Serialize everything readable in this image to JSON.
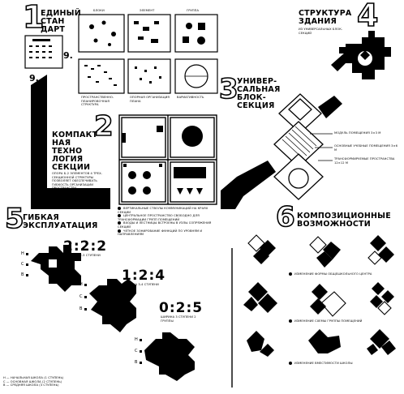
{
  "sections": {
    "standard": {
      "num": "1",
      "title_lines": [
        "ЕДИНЫЙ",
        "СТАН",
        "ДАРТ"
      ],
      "fig_label_a": "9.",
      "fig_label_b": "9."
    },
    "structure": {
      "num": "4",
      "title_lines": [
        "СТРУКТУРА",
        "ЗДАНИЯ"
      ],
      "sub": "ИЗ УНИВЕРСАЛЬНЫХ БЛОК-СЕКЦИЙ"
    },
    "universal": {
      "num": "3",
      "title_lines": [
        "УНИВЕР-",
        "САЛЬНАЯ",
        "БЛОК-",
        "СЕКЦИЯ"
      ]
    },
    "compact": {
      "num": "2",
      "title_lines": [
        "КОМПАКТ",
        "НАЯ",
        "ТЕХНО",
        "ЛОГИЯ",
        "СЕКЦИИ"
      ],
      "desc": "ОПОРА Б-2 ЭЛЕМЕНТОВ 4 ТРЕХ- СЕКЦИОННОЙ СТРУКТУРЫ ПОЗВОЛЯЕТ ОБЕСПЕЧИВАТЬ ГИБКОСТЬ ОРГАНИЗАЦИИ ПРОСТРАНСТВА"
    },
    "flexible": {
      "num": "5",
      "title_lines": [
        "ГИБКАЯ",
        "ЭКСПЛУАТАЦИЯ"
      ]
    },
    "composition": {
      "num": "6",
      "title_lines": [
        "КОМПОЗИЦИОННЫЕ",
        "ВОЗМОЖНОСТИ"
      ]
    }
  },
  "top_grid": {
    "headers": [
      "БЛОКИ",
      "ЭЛЕМЕНТ",
      "ГРУППА"
    ],
    "captions": [
      "ПРОСТРАНСТВЕННО-ПЛАНИРОВОЧНАЯ СТРУКТУРА",
      "ОПОРНАЯ ОРГАНИЗАЦИЯ ПЛАНА",
      "ВАРИАТИВНОСТЬ"
    ]
  },
  "block_section_notes": [
    "МОДУЛЬ ПОМЕЩЕНИЯ 3×3 М",
    "ОСНОВНЫЕ УЧЕБНЫЕ ПОМЕЩЕНИЯ 3×6 М",
    "ТРАНСФОРМИРУЕМЫЕ ПРОСТРАНСТВА 12×12 М"
  ],
  "compact_notes": [
    "ВЕРТИКАЛЬНЫЕ СТВОЛЫ КОММУНИКАЦИЙ НА КРАЯХ СЕКЦИИ",
    "ЦЕНТРАЛЬНОЕ ПРОСТРАНСТВО СВОБОДНО ДЛЯ ТРАНСФОРМАЦИИ ГРУПП ПОМЕЩЕНИЙ",
    "ВХОДЫ И ЛЕСТНИЦЫ ВСТРОЕНЫ В УЗЛЫ СОПРЯЖЕНИЯ СЕКЦИЙ",
    "ЧЕТКОЕ ЗОНИРОВАНИЕ ФУНКЦИЙ ПО УРОВНЯМ И НАПРАВЛЕНИЯМ"
  ],
  "ratios": [
    {
      "value": "2:2:2",
      "sub": "ШИРИНА 2-3 СТУПЕНИ"
    },
    {
      "value": "1:2:4",
      "sub": "ШИРИНА 3-4 СТУПЕНИ"
    },
    {
      "value": "0:2:5",
      "sub": "ШИРИНА 3 СТУПЕНИ 2 ГРУППЫ"
    }
  ],
  "composition_notes": [
    "ИЗМЕНЕНИЕ ФОРМЫ ОБЩЕШКОЛЬНОГО ЦЕНТРА",
    "ИЗМЕНЕНИЕ СХЕМЫ ГРУППЫ ПОМЕЩЕНИЙ",
    "ИЗМЕНЕНИЕ ВМЕСТИМОСТИ ШКОЛЫ"
  ],
  "legend": [
    "Н — НАЧАЛЬНАЯ ШКОЛА (1 СТУПЕНЬ)",
    "С — ОСНОВНАЯ ШКОЛА (2 СТУПЕНЬ)",
    "В — СРЕДНЯЯ ШКОЛА (3 СТУПЕНЬ)"
  ],
  "letters": {
    "h": "Н",
    "c": "С",
    "b": "В"
  }
}
